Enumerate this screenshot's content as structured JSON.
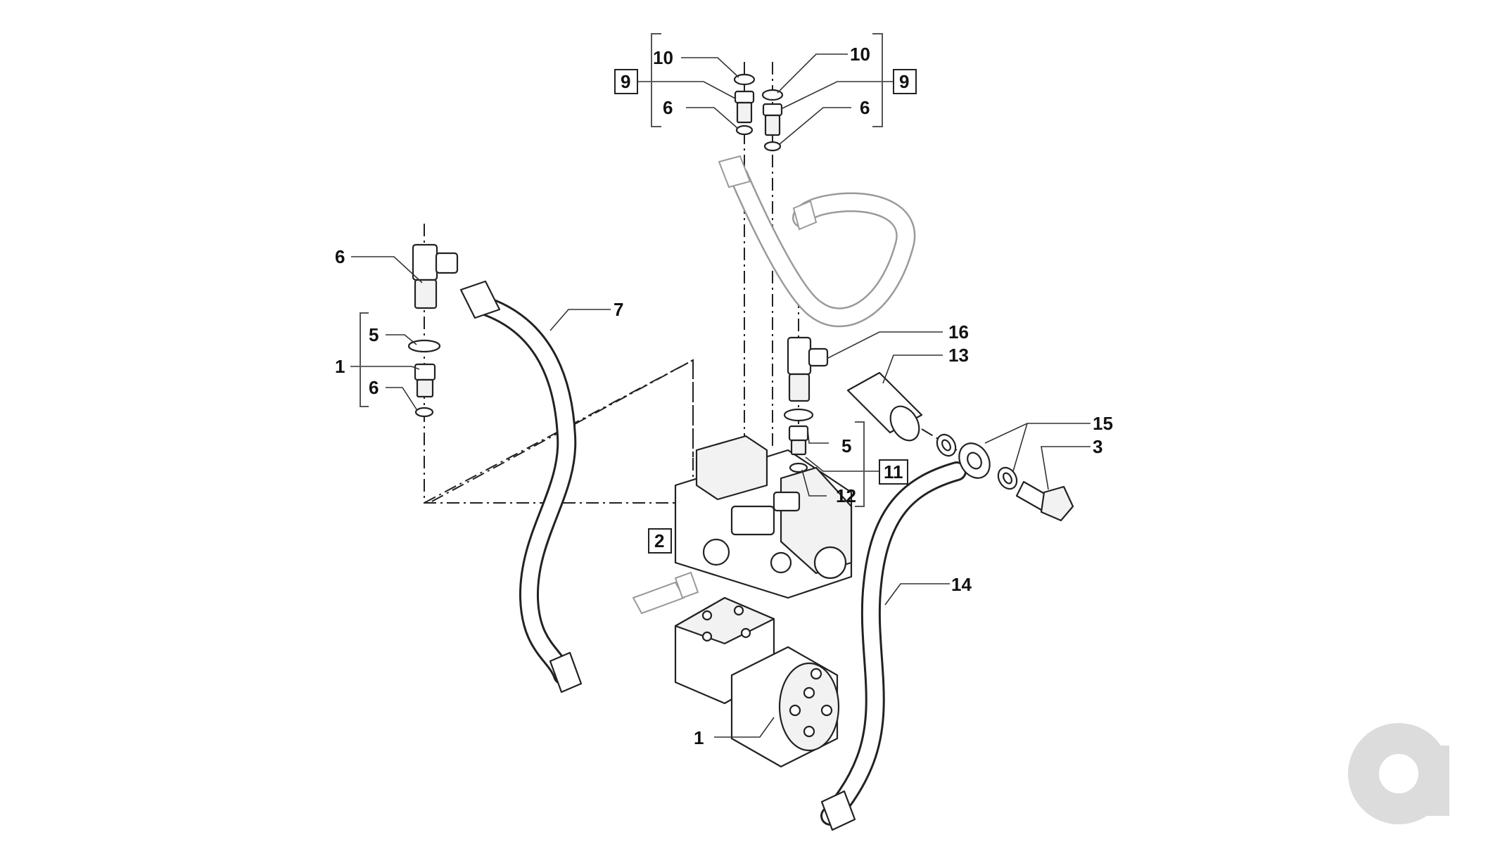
{
  "diagram": {
    "callouts": [
      {
        "id": "c-10-left",
        "text": "10"
      },
      {
        "id": "c-9-left",
        "text": "9",
        "boxed": true
      },
      {
        "id": "c-6-top-left",
        "text": "6"
      },
      {
        "id": "c-10-right",
        "text": "10"
      },
      {
        "id": "c-9-right",
        "text": "9",
        "boxed": true
      },
      {
        "id": "c-6-top-right",
        "text": "6"
      },
      {
        "id": "c-6-tee",
        "text": "6"
      },
      {
        "id": "c-7",
        "text": "7"
      },
      {
        "id": "c-5-left",
        "text": "5"
      },
      {
        "id": "c-1-bracket",
        "text": "1"
      },
      {
        "id": "c-6-lower",
        "text": "6"
      },
      {
        "id": "c-16",
        "text": "16"
      },
      {
        "id": "c-13",
        "text": "13"
      },
      {
        "id": "c-15",
        "text": "15"
      },
      {
        "id": "c-3",
        "text": "3"
      },
      {
        "id": "c-5-right",
        "text": "5"
      },
      {
        "id": "c-11",
        "text": "11",
        "boxed": true
      },
      {
        "id": "c-12",
        "text": "12"
      },
      {
        "id": "c-2",
        "text": "2",
        "boxed": true
      },
      {
        "id": "c-14",
        "text": "14"
      },
      {
        "id": "c-1-motor",
        "text": "1"
      }
    ],
    "watermark": "logo-ao"
  }
}
